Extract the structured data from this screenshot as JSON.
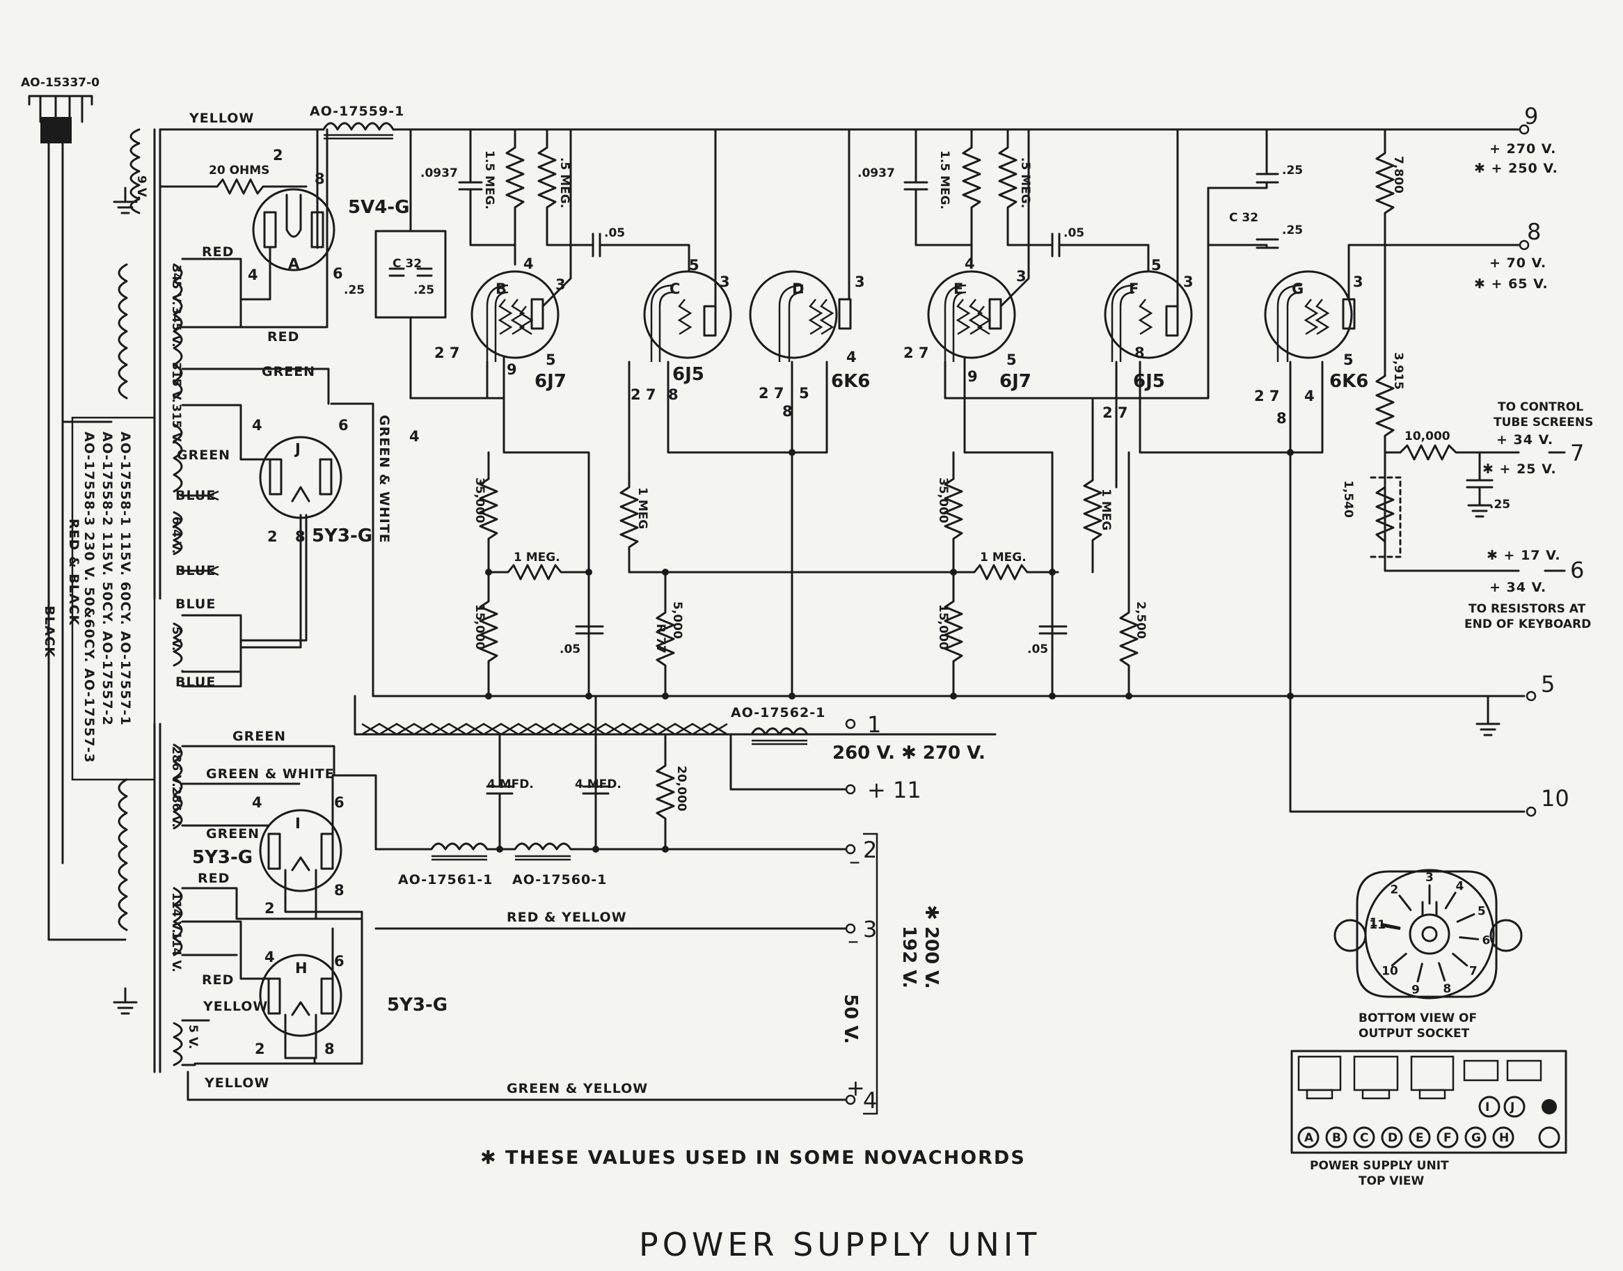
{
  "title": "POWER SUPPLY UNIT",
  "footnote": "✱ THESE VALUES USED IN SOME NOVACHORDS",
  "plug_part": "AO-15337-0",
  "choke_top": "AO-17559-1",
  "choke_1": "AO-17562-1",
  "choke_2": "AO-17561-1",
  "choke_3": "AO-17560-1",
  "transformer_text": {
    "line1": "AO-17558-1   115V. 60CY.   AO-17557-1",
    "line2": "AO-17558-2   115V. 50CY.   AO-17557-2",
    "line3": "AO-17558-3   230 V. 50&60CY. AO-17557-3"
  },
  "wire_labels": {
    "yellow": "YELLOW",
    "red": "RED",
    "green": "GREEN",
    "blue": "BLUE",
    "green_white": "GREEN & WHITE",
    "green_white2": "GREEN & WHITE",
    "red_yellow": "RED & YELLOW",
    "green_yellow": "GREEN & YELLOW",
    "red_black": "RED & BLACK",
    "black": "BLACK"
  },
  "winding_labels": {
    "w9v": "9 V.",
    "w345a": "345 V.",
    "w345b": "345 V.",
    "w315a": "315 V.",
    "w315b": "315 V.",
    "w64": "6.4 V.",
    "w5a": "5 V.",
    "w286a": "286 V.",
    "w286b": "286 V.",
    "w114a": "114 V.",
    "w114b": "114 V.",
    "w5b": "5 V."
  },
  "rectifiers": {
    "a": {
      "letter": "A",
      "type": "5V4-G"
    },
    "j": {
      "letter": "J",
      "type": "5Y3-G"
    },
    "i": {
      "letter": "I",
      "type": "5Y3-G"
    },
    "h": {
      "letter": "H",
      "type": "5Y3-G"
    }
  },
  "tubes": {
    "b": {
      "letter": "B",
      "type": "6J7"
    },
    "c": {
      "letter": "C",
      "type": "6J5"
    },
    "d": {
      "letter": "D",
      "type": "6K6"
    },
    "e": {
      "letter": "E",
      "type": "6J7"
    },
    "f": {
      "letter": "F",
      "type": "6J5"
    },
    "g": {
      "letter": "G",
      "type": "6K6"
    }
  },
  "components": {
    "r20": "20 OHMS",
    "c0937a": ".0937",
    "c0937b": ".0937",
    "r15meg_a": "1.5 MEG.",
    "r5meg_a": ".5 MEG.",
    "r15meg_b": "1.5 MEG.",
    "r5meg_b": ".5 MEG.",
    "c05a": ".05",
    "c05b": ".05",
    "c05c": ".05",
    "c05d": ".05",
    "c32a": "C 32",
    "c25a": ".25",
    "c25b": ".25",
    "c32b": "C 32",
    "c25c": ".25",
    "c25d": ".25",
    "c25e": ".25",
    "r35000a": "35,000",
    "r35000b": "35,000",
    "r15000a": "15,000",
    "r15000b": "15,000",
    "r1meg_a": "1 MEG",
    "r1meg_b": "1 MEG",
    "r1meg_h_a": "1 MEG.",
    "r1meg_h_b": "1 MEG.",
    "r5000": "5,000",
    "r77": "R 77",
    "r2500": "2,500",
    "r7800": "7,800",
    "r3915": "3,915",
    "r10000": "10,000",
    "r1540": "1,540",
    "r20000": "20,000",
    "c4mfd_a": "4 MFD.",
    "c4mfd_b": "4 MFD."
  },
  "terminals": {
    "t9": "9",
    "t9v1": "+ 270 V.",
    "t9v2": "✱ + 250 V.",
    "t8": "8",
    "t8v1": "+ 70 V.",
    "t8v2": "✱ + 65 V.",
    "t7": "7",
    "t7note1": "TO CONTROL",
    "t7note2": "TUBE SCREENS",
    "t7v1": "+ 34 V.",
    "t7v2": "✱ + 25 V.",
    "t6": "6",
    "t6v1": "✱ + 17 V.",
    "t6v2": "+ 34 V.",
    "t6note1": "TO RESISTORS AT",
    "t6note2": "END OF KEYBOARD",
    "t5": "5",
    "t1": "1",
    "t1v": "260 V.  ✱ 270 V.",
    "t11": "+ 11",
    "t10": "10",
    "t2": "2",
    "t3": "3",
    "t4": "4",
    "v50": "50 V.",
    "v192": "192 V.",
    "v200": "✱ 200 V."
  },
  "socket": {
    "caption1": "BOTTOM VIEW OF",
    "caption2": "OUTPUT SOCKET",
    "pins": [
      "1",
      "2",
      "3",
      "4",
      "5",
      "6",
      "7",
      "8",
      "9",
      "10",
      "11"
    ]
  },
  "unit_view": {
    "caption1": "POWER SUPPLY UNIT",
    "caption2": "TOP VIEW",
    "sockets": [
      "A",
      "B",
      "C",
      "D",
      "E",
      "F",
      "G",
      "H",
      "I",
      "J"
    ]
  }
}
